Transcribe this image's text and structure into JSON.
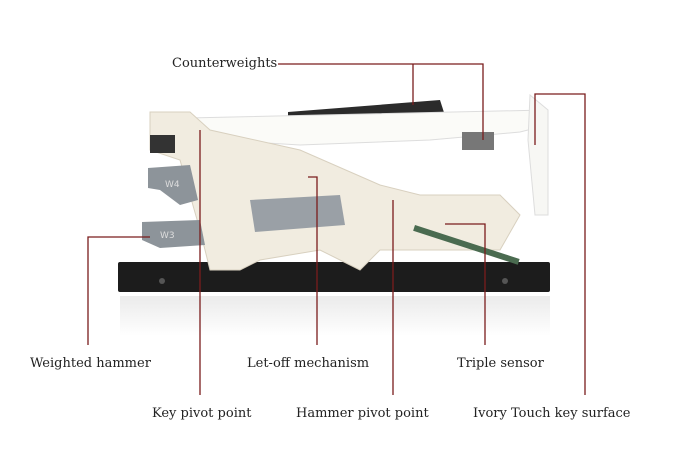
{
  "labels": {
    "counterweights": "Counterweights",
    "weighted_hammer": "Weighted hammer",
    "let_off": "Let-off mechanism",
    "triple_sensor": "Triple sensor",
    "key_pivot": "Key pivot point",
    "hammer_pivot": "Hammer pivot point",
    "ivory_touch": "Ivory Touch key surface"
  },
  "hammer_marks": [
    "W4",
    "W3"
  ],
  "colors": {
    "leader": "#7a1c1c",
    "frame": "#1a1a1a",
    "body": "#f1ece0",
    "metal": "#9aa0a6"
  }
}
